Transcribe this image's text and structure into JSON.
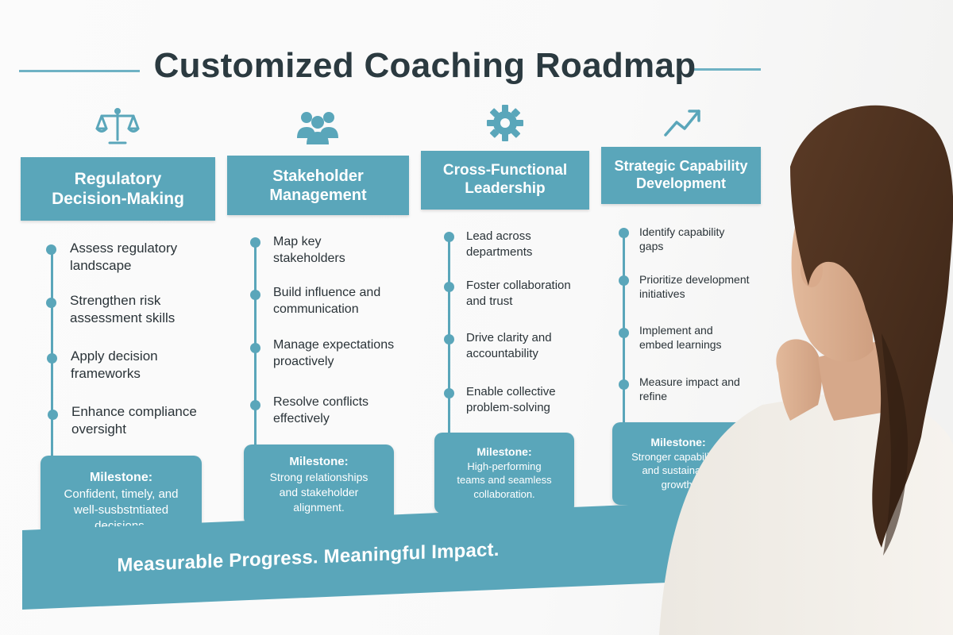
{
  "poster": {
    "title": "Customized Coaching Roadmap",
    "footer": "Measurable Progress. Meaningful Impact.",
    "milestone_label": "Milestone:",
    "columns": [
      {
        "icon": "scales-icon",
        "title_lines": [
          "Regulatory",
          "Decision-Making"
        ],
        "steps": [
          [
            "Assess regulatory",
            "landscape"
          ],
          [
            "Strengthen risk",
            "assessment skills"
          ],
          [
            "Apply decision",
            "frameworks"
          ],
          [
            "Enhance compliance",
            "oversight"
          ]
        ],
        "milestone_lines": [
          "Confident, timely, and",
          "well-susbstntiated",
          "decisions."
        ]
      },
      {
        "icon": "people-icon",
        "title_lines": [
          "Stakeholder",
          "Management"
        ],
        "steps": [
          [
            "Map key",
            "stakeholders"
          ],
          [
            "Build influence and",
            "communication"
          ],
          [
            "Manage expectations",
            "proactively"
          ],
          [
            "Resolve conflicts",
            "effectively"
          ]
        ],
        "milestone_lines": [
          "Strong relationships",
          "and stakeholder",
          "alignment."
        ]
      },
      {
        "icon": "gear-icon",
        "title_lines": [
          "Cross-Functional",
          "Leadership"
        ],
        "steps": [
          [
            "Lead across",
            "departments"
          ],
          [
            "Foster collaboration",
            "and trust"
          ],
          [
            "Drive clarity and",
            "accountability"
          ],
          [
            "Enable collective",
            "problem-solving"
          ]
        ],
        "milestone_lines": [
          "High-performing",
          "teams and seamless",
          "collaboration."
        ]
      },
      {
        "icon": "trend-up-icon",
        "title_lines": [
          "Strategic Capability",
          "Development"
        ],
        "steps": [
          [
            "Identify capability",
            "gaps"
          ],
          [
            "Prioritize development",
            "initiatives"
          ],
          [
            "Implement and",
            "embed learnings"
          ],
          [
            "Measure impact and",
            "refine"
          ]
        ],
        "milestone_lines": [
          "Stronger capabilities",
          "and sustainable",
          "growth."
        ]
      }
    ]
  },
  "colors": {
    "accent": "#5aa6ba",
    "title_text": "#2b3a40",
    "body_text": "#2a3338"
  }
}
